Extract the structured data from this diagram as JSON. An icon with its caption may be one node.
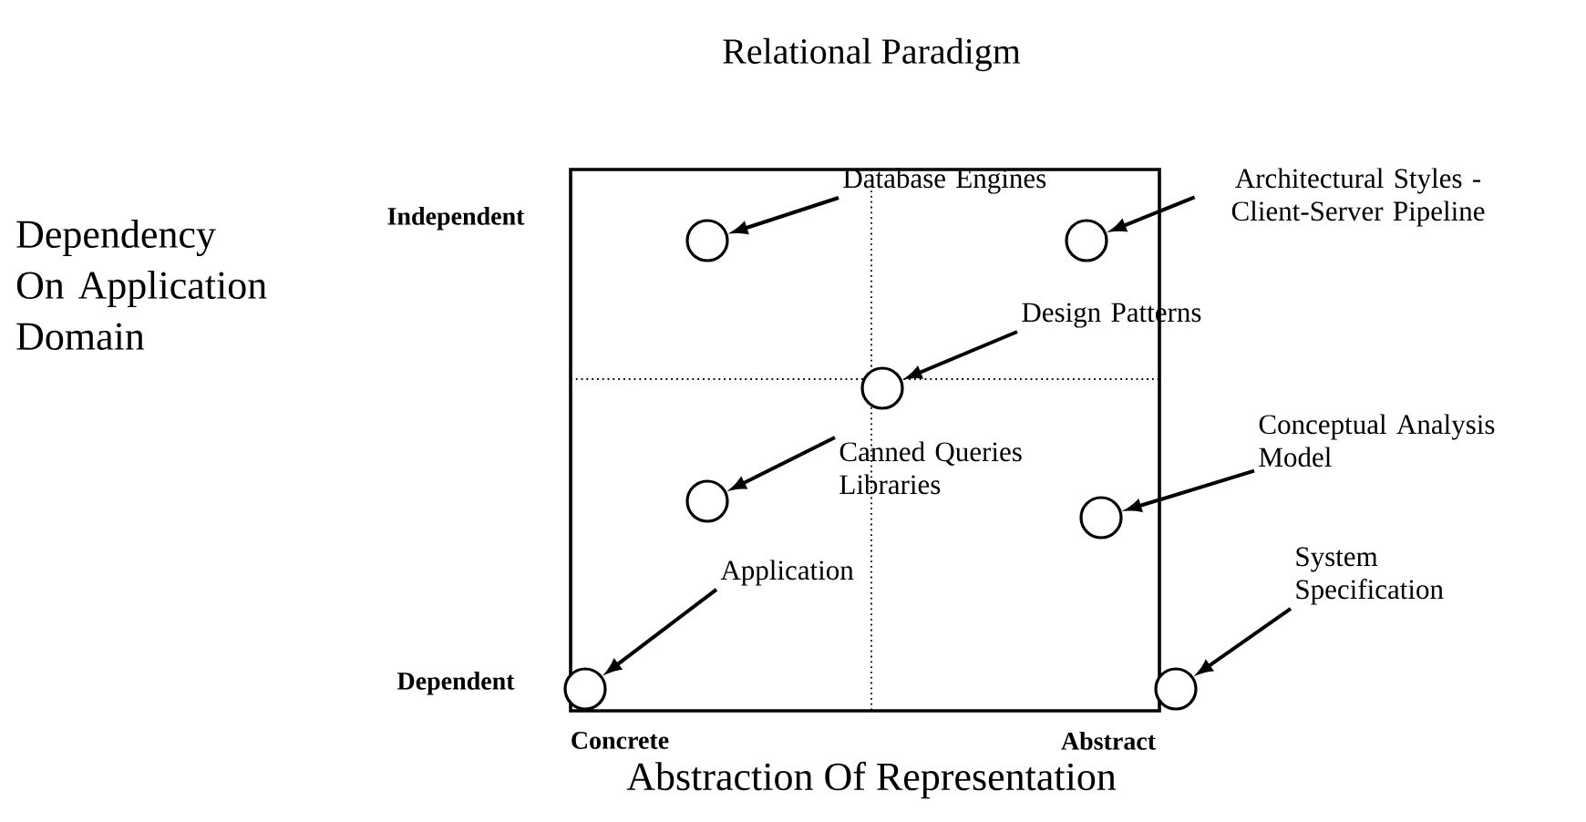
{
  "diagram": {
    "title": "Relational Paradigm",
    "nodes": [
      {
        "text": [
          "Database Engines"
        ]
      },
      {
        "text": [],
        "shape": "circle"
      },
      {
        "text": [
          "Architectural Styles - Client-Server Pipeline"
        ]
      },
      {
        "text": [],
        "shape": "circle"
      },
      {
        "text": [
          "Design Patterns"
        ]
      },
      {
        "text": [],
        "shape": "circle"
      },
      {
        "text": [
          "Canned Queries Libraries"
        ]
      },
      {
        "text": [],
        "shape": "circle"
      },
      {
        "text": [
          "Conceptual Analysis Model"
        ]
      },
      {
        "text": [],
        "shape": "circle"
      },
      {
        "text": [
          "Application"
        ]
      },
      {
        "text": [],
        "shape": "circle"
      },
      {
        "text": [
          "System Specification"
        ]
      },
      {
        "text": [],
        "shape": "circle"
      }
    ],
    "edges": [
      {
        "from": 0,
        "to": 1,
        "arrow": "to"
      },
      {
        "from": 2,
        "to": 3,
        "arrow": "to"
      },
      {
        "from": 4,
        "to": 5,
        "arrow": "to"
      },
      {
        "from": 6,
        "to": 7,
        "arrow": "to"
      },
      {
        "from": 8,
        "to": 9,
        "arrow": "to"
      },
      {
        "from": 10,
        "to": 11,
        "arrow": "to"
      },
      {
        "from": 12,
        "to": 13,
        "arrow": "to"
      }
    ],
    "labels": [
      "Independent",
      "Dependency On Application Domain",
      "Dependent",
      "Concrete",
      "Abstract",
      "Abstraction Of Representation"
    ]
  }
}
